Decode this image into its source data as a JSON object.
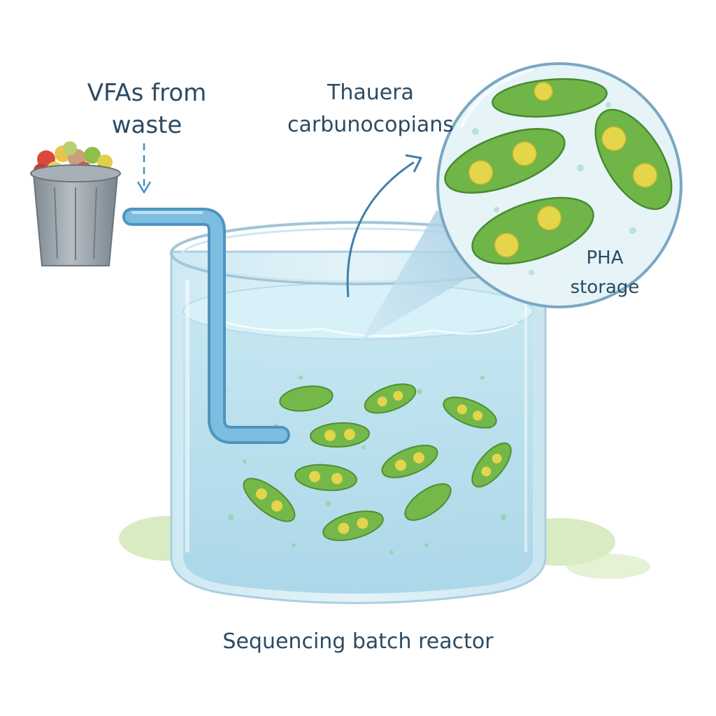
{
  "labels": {
    "vfa_line1": "VFAs from",
    "vfa_line2": "waste",
    "organism_line1": "Thauera",
    "organism_line2": "carbunocopians",
    "pha_line1": "PHA",
    "pha_line2": "storage",
    "reactor": "Sequencing batch reactor"
  },
  "colors": {
    "text": "#2c4a63",
    "pipe": "#6aaed6",
    "water": "#bfe3ef",
    "bacteria": "#74b84a",
    "pha_granule": "#e4d54a",
    "bin": "#9aa3aa"
  },
  "icons": {
    "waste": "waste-bin-icon",
    "pipe": "inflow-pipe-icon",
    "magnifier": "magnifier-circle-icon"
  }
}
